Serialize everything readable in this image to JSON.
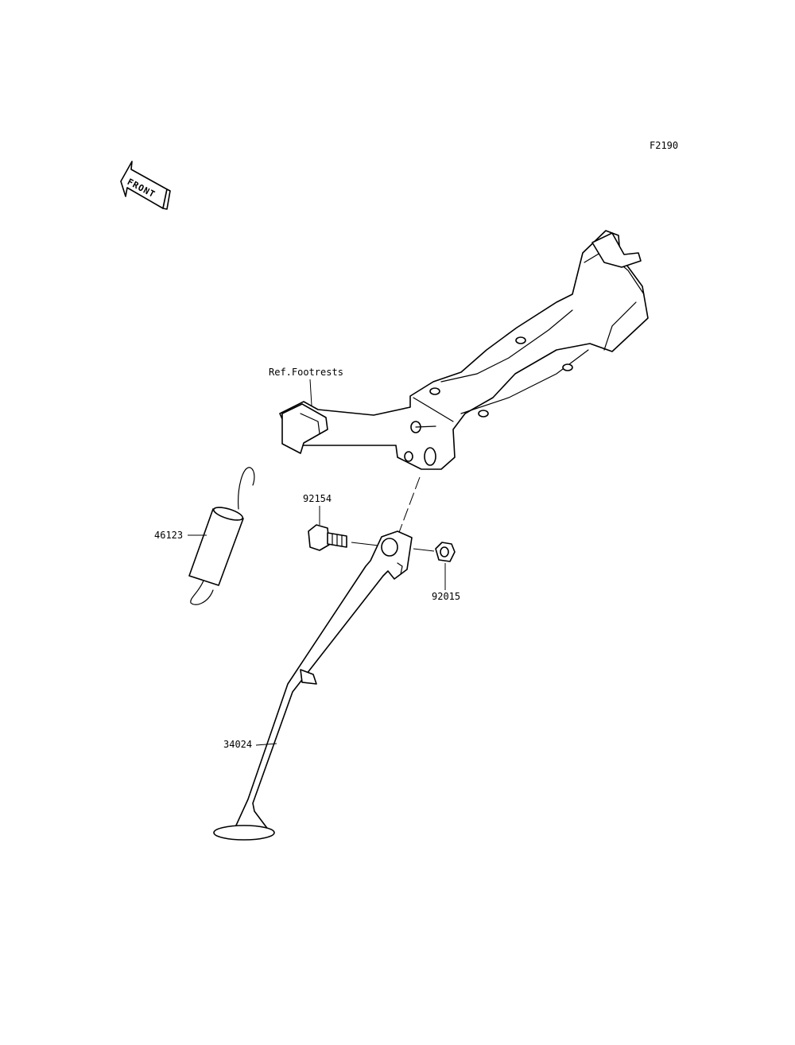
{
  "figure_code": "F2190",
  "front_arrow_text": "FRONT",
  "reference_label": "Ref.Footrests",
  "parts": [
    {
      "number": "46123",
      "name": "spring"
    },
    {
      "number": "92154",
      "name": "bolt"
    },
    {
      "number": "92015",
      "name": "nut"
    },
    {
      "number": "34024",
      "name": "side stand"
    }
  ]
}
